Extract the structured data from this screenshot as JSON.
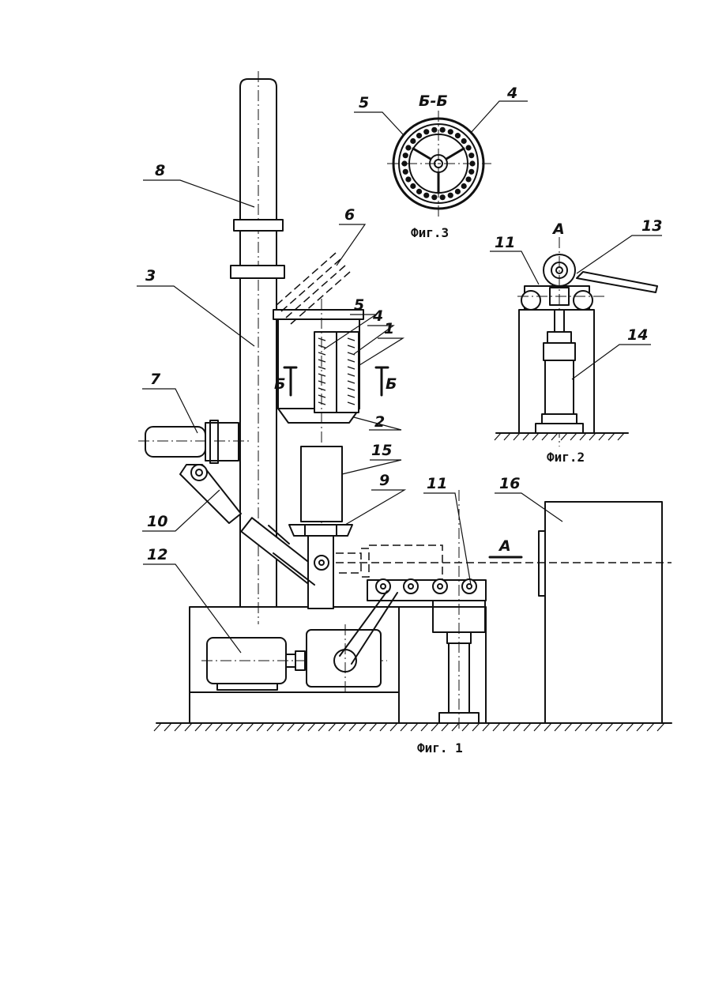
{
  "figures": {
    "fig1": {
      "caption": "Фиг. 1"
    },
    "fig2": {
      "caption": "Фиг.2",
      "view_label": "А"
    },
    "fig3": {
      "caption": "Фиг.3",
      "section_label": "Б-Б"
    }
  },
  "fig1_labels": {
    "l1": "1",
    "l2": "2",
    "l3": "3",
    "l4": "4",
    "l5": "5",
    "l6": "6",
    "l7": "7",
    "l8": "8",
    "l9": "9",
    "l10": "10",
    "l11": "11",
    "l12": "12",
    "l15": "15",
    "l16": "16",
    "section_b_left": "Б",
    "section_b_right": "Б",
    "view_a": "А"
  },
  "fig2_labels": {
    "l11": "11",
    "l13": "13",
    "l14": "14"
  },
  "fig3_labels": {
    "l4": "4",
    "l5": "5"
  }
}
